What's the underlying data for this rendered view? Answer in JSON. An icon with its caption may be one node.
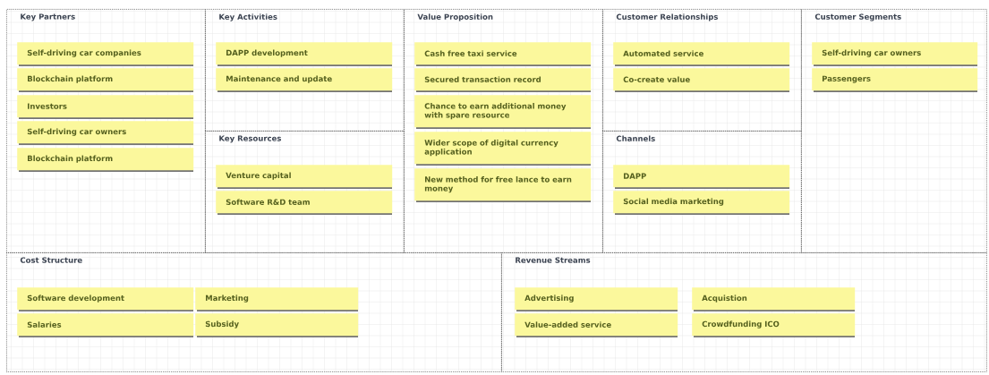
{
  "diagram": {
    "nodes": [
      {
        "text": [
          "Key Partners"
        ]
      },
      {
        "text": [
          "Self-driving car companies"
        ],
        "in": 0
      },
      {
        "text": [
          "Blockchain platform"
        ],
        "in": 0
      },
      {
        "text": [
          "Investors"
        ],
        "in": 0
      },
      {
        "text": [
          "Self-driving car owners"
        ],
        "in": 0
      },
      {
        "text": [
          "Blockchain platform"
        ],
        "in": 0
      },
      {
        "text": [
          "Key Activities"
        ]
      },
      {
        "text": [
          "DAPP development"
        ],
        "in": 6
      },
      {
        "text": [
          "Maintenance and update"
        ],
        "in": 6
      },
      {
        "text": [
          "Key Resources"
        ]
      },
      {
        "text": [
          "Venture capital"
        ],
        "in": 9
      },
      {
        "text": [
          "Software R&D team"
        ],
        "in": 9
      },
      {
        "text": [
          "Value Proposition"
        ]
      },
      {
        "text": [
          "Cash free taxi service"
        ],
        "in": 12
      },
      {
        "text": [
          "Secured transaction record"
        ],
        "in": 12
      },
      {
        "text": [
          "Chance to earn additional money with spare resource"
        ],
        "in": 12
      },
      {
        "text": [
          "Wider scope of digital currency application"
        ],
        "in": 12
      },
      {
        "text": [
          "New method for free lance to earn money"
        ],
        "in": 12
      },
      {
        "text": [
          "Customer Relationships"
        ]
      },
      {
        "text": [
          "Automated service"
        ],
        "in": 18
      },
      {
        "text": [
          "Co-create value"
        ],
        "in": 18
      },
      {
        "text": [
          "Channels"
        ]
      },
      {
        "text": [
          "DAPP"
        ],
        "in": 21
      },
      {
        "text": [
          "Social media marketing"
        ],
        "in": 21
      },
      {
        "text": [
          "Customer Segments"
        ]
      },
      {
        "text": [
          "Self-driving car owners"
        ],
        "in": 24
      },
      {
        "text": [
          "Passengers"
        ],
        "in": 24
      },
      {
        "text": [
          "Cost Structure"
        ]
      },
      {
        "text": [
          "Software development"
        ],
        "in": 27
      },
      {
        "text": [
          "Marketing"
        ],
        "in": 27
      },
      {
        "text": [
          "Salaries"
        ],
        "in": 27
      },
      {
        "text": [
          "Subsidy"
        ],
        "in": 27
      },
      {
        "text": [
          "Revenue Streams"
        ]
      },
      {
        "text": [
          "Advertising"
        ],
        "in": 32
      },
      {
        "text": [
          "Acquistion"
        ],
        "in": 32
      },
      {
        "text": [
          "Value-added service"
        ],
        "in": 32
      },
      {
        "text": [
          "Crowdfunding ICO"
        ],
        "in": 32
      }
    ]
  }
}
